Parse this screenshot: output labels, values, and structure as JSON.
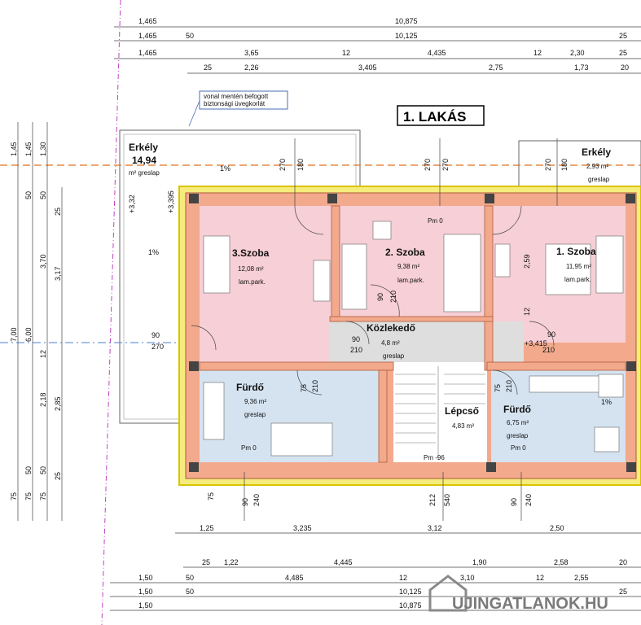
{
  "title": "1. LAKÁS",
  "note": {
    "line1": "vonal mentén befogott",
    "line2": "biztonsági üvegkorlát"
  },
  "watermark": "UJINGATLANOK.HU",
  "colors": {
    "bedroom": "#f7cfd6",
    "bath": "#d5e3f1",
    "corridor": "#dedede",
    "wall": "#f2a98c",
    "outline": "#d9c400"
  },
  "rooms": {
    "r3": {
      "name": "3.Szoba",
      "area": "12,08 m²",
      "floor": "lam.park."
    },
    "r2": {
      "name": "2. Szoba",
      "area": "9,38 m²",
      "floor": "lam.park."
    },
    "r1": {
      "name": "1. Szoba",
      "area": "11,95 m²",
      "floor": "lam.park."
    },
    "bath_left": {
      "name": "Fürdő",
      "area": "9,36 m²",
      "floor": "greslap",
      "level": "Pm 0"
    },
    "bath_right": {
      "name": "Fürdő",
      "area": "6,75 m²",
      "floor": "greslap",
      "level": "Pm 0"
    },
    "corridor": {
      "name": "Közlekedő",
      "area": "4,8 m²",
      "floor": "greslap"
    },
    "stairs": {
      "name": "Lépcső",
      "area": "4,83 m²",
      "level": "Pm -96"
    },
    "balcony_left": {
      "name": "Erkély",
      "area": "14,94",
      "floor": "m² greslap"
    },
    "balcony_right": {
      "name": "Erkély",
      "area": "2,93 m²",
      "floor": "greslap"
    },
    "pm0": "Pm 0"
  },
  "dims": {
    "top1": [
      "1,465",
      "10,875"
    ],
    "top2": [
      "1,465",
      "50",
      "10,125",
      "25"
    ],
    "top3": [
      "1,465",
      "3,65",
      "12",
      "4,435",
      "12",
      "2,30",
      "25"
    ],
    "top4": [
      "25",
      "2,26",
      "3,405",
      "2,75",
      "1,73",
      "20"
    ],
    "bot1": [
      "1,25",
      "3,235",
      "3,12",
      "2,50"
    ],
    "bot2": [
      "25",
      "1,22",
      "4,445",
      "1,90",
      "2,58",
      "20"
    ],
    "bot3": [
      "1,50",
      "50",
      "4,485",
      "12",
      "3,10",
      "12",
      "2,55"
    ],
    "bot4": [
      "1,50",
      "50",
      "10,125",
      "25"
    ],
    "bot5": [
      "1,50",
      "10,875"
    ],
    "left1": [
      "1,45",
      "1,45",
      "1,30",
      "50",
      "50",
      "25",
      "3,70",
      "3,17",
      "7,00",
      "6,00",
      "12",
      "2,85",
      "2,18",
      "50",
      "50",
      "25",
      "75",
      "75",
      "75"
    ],
    "doors": [
      "270",
      "180",
      "270",
      "270",
      "270",
      "180",
      "90",
      "210",
      "90",
      "210",
      "90",
      "270",
      "90",
      "210",
      "75",
      "210",
      "75",
      "210",
      "240",
      "90",
      "212",
      "540",
      "90",
      "240",
      "75"
    ],
    "levels": [
      "+3,32",
      "+3,395",
      "+3,415",
      "2,59",
      "12",
      "1%",
      "1%",
      "1%"
    ]
  }
}
